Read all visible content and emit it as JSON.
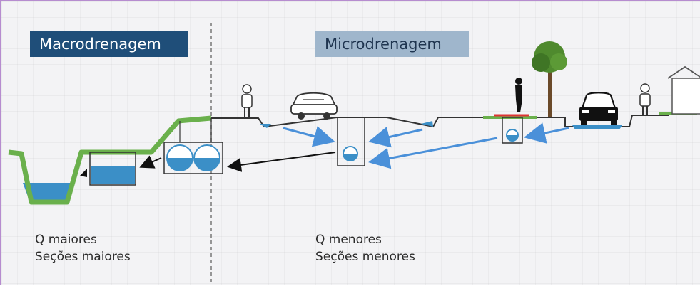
{
  "labels": {
    "macro": "Macrodrenagem",
    "micro": "Microdrenagem"
  },
  "captions": {
    "left_line1": "Q maiores",
    "left_line2": "Seções maiores",
    "right_line1": "Q menores",
    "right_line2": "Seções menores"
  },
  "colors": {
    "macro_tag": "#1f4e79",
    "micro_tag": "#9fb6cc",
    "water": "#3b8fc7",
    "grass": "#6ab04c",
    "flow_arrow": "#4a90d9",
    "main_arrow": "#111111"
  },
  "icons": [
    "person-icon",
    "car-icon",
    "tree-icon",
    "house-icon",
    "pedestrian-icon"
  ]
}
